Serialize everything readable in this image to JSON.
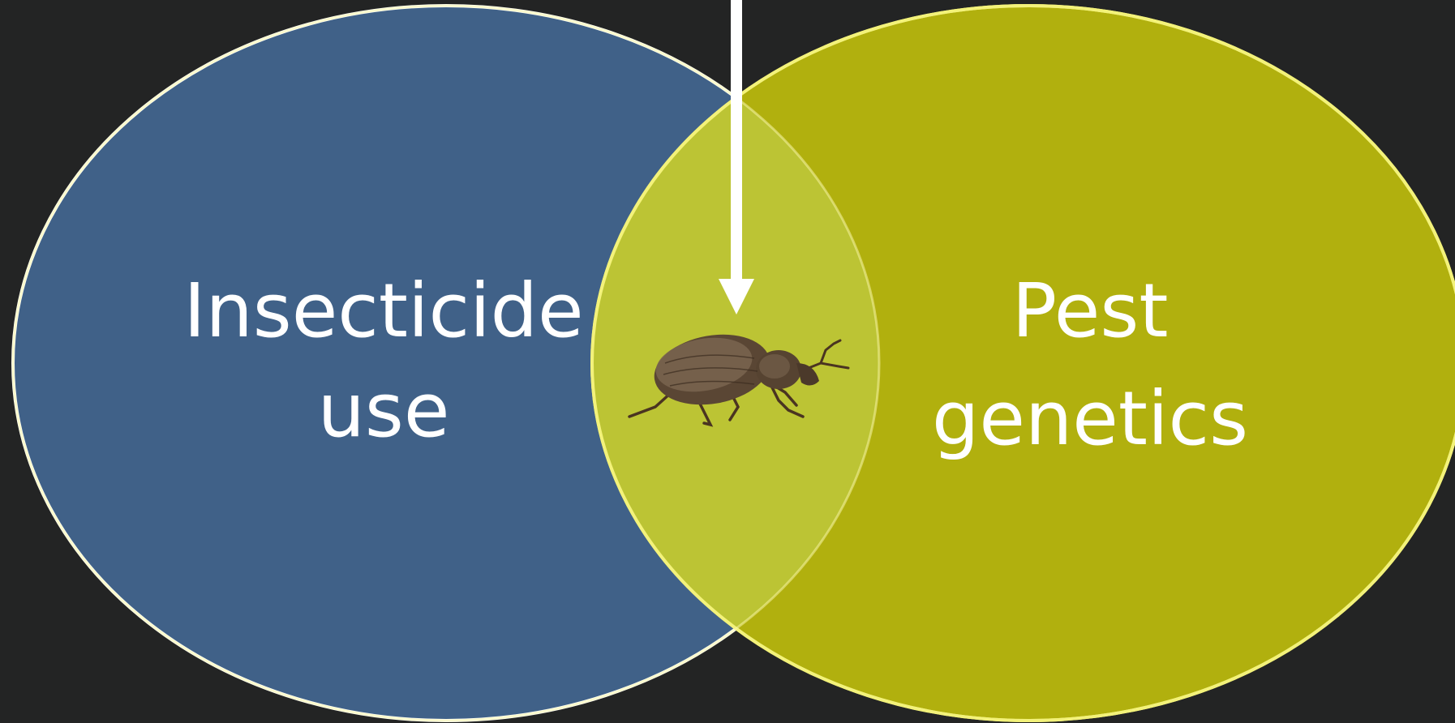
{
  "diagram": {
    "type": "venn",
    "colors": {
      "background": "#232424",
      "left_fill": "#406188",
      "left_stroke": "#ffffff",
      "right_fill": "#b1b00e",
      "right_stroke": "#f3f27a",
      "overlap_fill": "#bcc434",
      "arrow": "#ffffff"
    },
    "left_set": {
      "label_line1": "Insecticide",
      "label_line2": "use"
    },
    "right_set": {
      "label_line1": "Pest",
      "label_line2": "genetics"
    },
    "intersection": {
      "icon": "weevil-beetle-icon",
      "pointer": "down-arrow-icon"
    }
  }
}
